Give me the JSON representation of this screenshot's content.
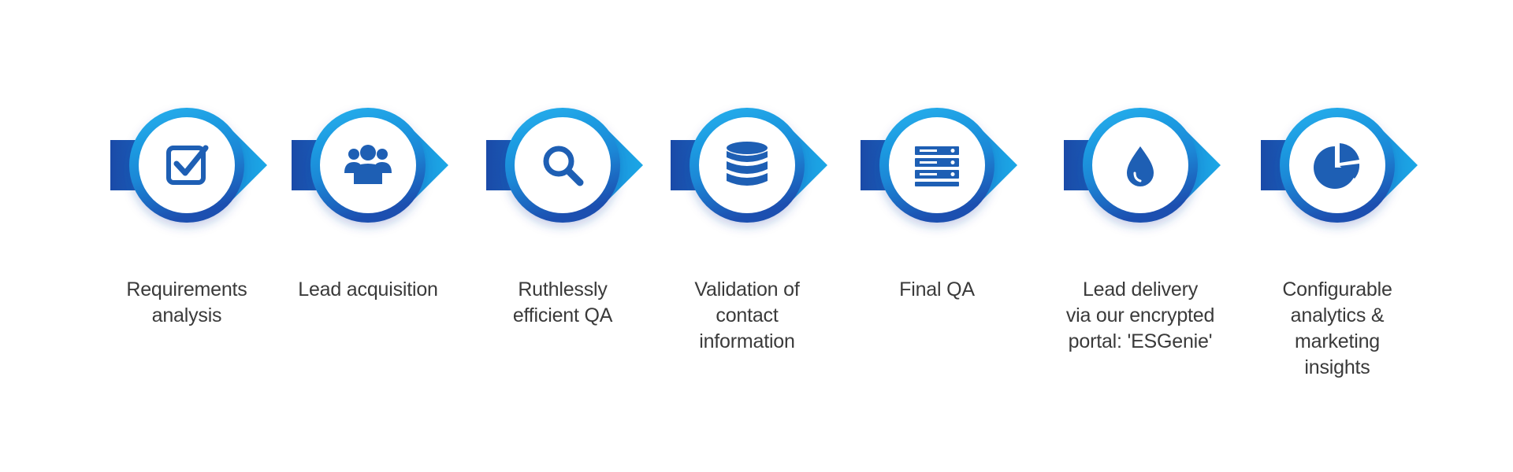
{
  "diagram": {
    "colors": {
      "arrow_light": "#1ba7e6",
      "arrow_dark": "#1a4aa8",
      "ring_light": "#1fa9e9",
      "ring_dark": "#1a4fb0",
      "icon": "#1e5fb4",
      "label_text": "#3a3a3a"
    },
    "steps": [
      {
        "icon": "checkbox-icon",
        "label": "Requirements\nanalysis"
      },
      {
        "icon": "users-group-icon",
        "label": "Lead acquisition"
      },
      {
        "icon": "search-icon",
        "label": "Ruthlessly\nefficient QA"
      },
      {
        "icon": "database-icon",
        "label": "Validation of\ncontact\ninformation"
      },
      {
        "icon": "server-rack-icon",
        "label": "Final QA"
      },
      {
        "icon": "drop-icon",
        "label": "Lead delivery\nvia our encrypted\nportal: 'ESGenie'"
      },
      {
        "icon": "pie-chart-icon",
        "label": "Configurable\nanalytics &\nmarketing\ninsights"
      }
    ]
  }
}
